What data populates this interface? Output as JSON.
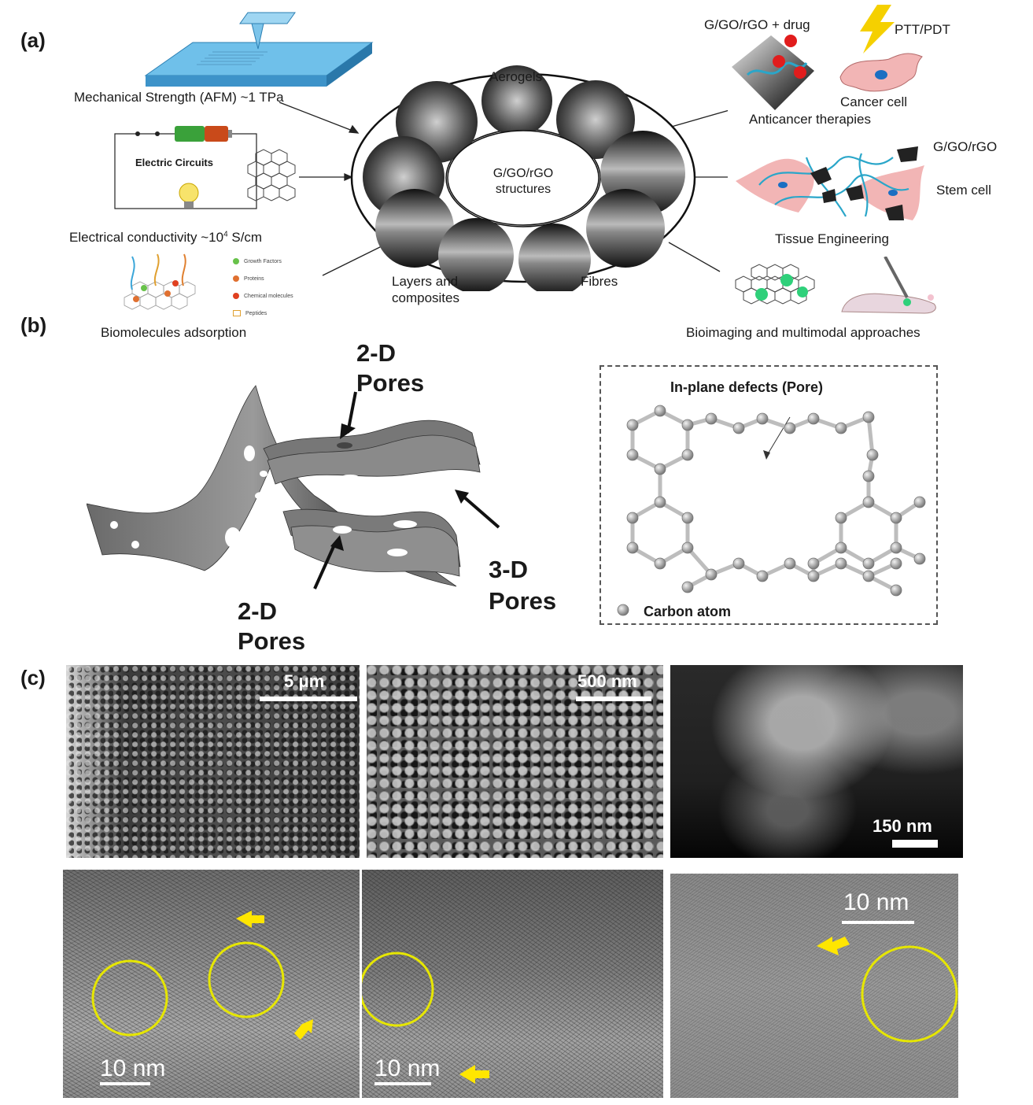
{
  "panel_labels": {
    "a": "(a)",
    "b": "(b)",
    "c": "(c)"
  },
  "panel_a": {
    "left": {
      "afm_label": "Mechanical Strength (AFM) ~1 TPa",
      "circuit_title": "Electric Circuits",
      "conductivity_label_prefix": "Electrical conductivity ~10",
      "conductivity_sup": "4",
      "conductivity_unit": " S/cm",
      "biomolecule_legend": [
        "Growth Factors",
        "Proteins",
        "Chemical molecules",
        "Peptides"
      ],
      "biomolecules_label": "Biomolecules adsorption"
    },
    "center": {
      "top_label": "Aerogels",
      "core_line1": "G/GO/rGO",
      "core_line2": "structures",
      "bottom_left_line1": "Layers and",
      "bottom_left_line2": "composites",
      "bottom_right": "Fibres"
    },
    "right": {
      "drug_label": "G/GO/rGO + drug",
      "ptt_label": "PTT/PDT",
      "cancer_cell_label": "Cancer cell",
      "anticancer_label": "Anticancer therapies",
      "tissue_material_label": "G/GO/rGO",
      "stem_cell_label": "Stem cell",
      "tissue_label": "Tissue Engineering",
      "bioimaging_label": "Bioimaging and multimodal approaches"
    }
  },
  "panel_b": {
    "pores_top_line1": "2-D",
    "pores_top_line2": "Pores",
    "pores_bottom_line1": "2-D",
    "pores_bottom_line2": "Pores",
    "pores_3d_line1": "3-D",
    "pores_3d_line2": "Pores",
    "defect_title": "In-plane defects (Pore)",
    "carbon_legend": "Carbon atom"
  },
  "panel_c": {
    "scale_bars": {
      "sem1": "5 μm",
      "sem2": "500 nm",
      "sem3": "150 nm",
      "tem1": "10 nm",
      "tem2": "10 nm",
      "tem3": "10 nm"
    }
  },
  "colors": {
    "afm_block": "#4aa3d9",
    "cell_pink": "#f2b5b5",
    "fibre_blue": "#2aa6c9",
    "nucleus_blue": "#1b6fc2",
    "drug_red": "#e11d1d",
    "bolt_yellow": "#f5d000",
    "arrow_yellow": "#ffe600",
    "circle_yellow": "#e6e600",
    "atom_gray": "#9a9a9a"
  }
}
